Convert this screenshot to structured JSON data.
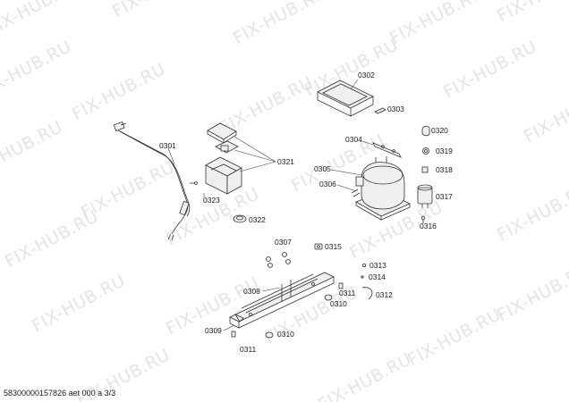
{
  "watermark": {
    "text": "FIX-HUB.RU"
  },
  "footer": {
    "text": "58300000157826 aet 000 a 3/3"
  },
  "callouts": {
    "c0301": "0301",
    "c0302": "0302",
    "c0303": "0303",
    "c0304": "0304",
    "c0305": "0305",
    "c0306": "0306",
    "c0307": "0307",
    "c0308": "0308",
    "c0309": "0309",
    "c0310a": "0310",
    "c0310b": "0310",
    "c0311a": "0311",
    "c0311b": "0311",
    "c0312": "0312",
    "c0313": "0313",
    "c0314": "0314",
    "c0315": "0315",
    "c0316": "0316",
    "c0317": "0317",
    "c0318": "0318",
    "c0319": "0319",
    "c0320": "0320",
    "c0321": "0321",
    "c0322": "0322",
    "c0323": "0323"
  }
}
